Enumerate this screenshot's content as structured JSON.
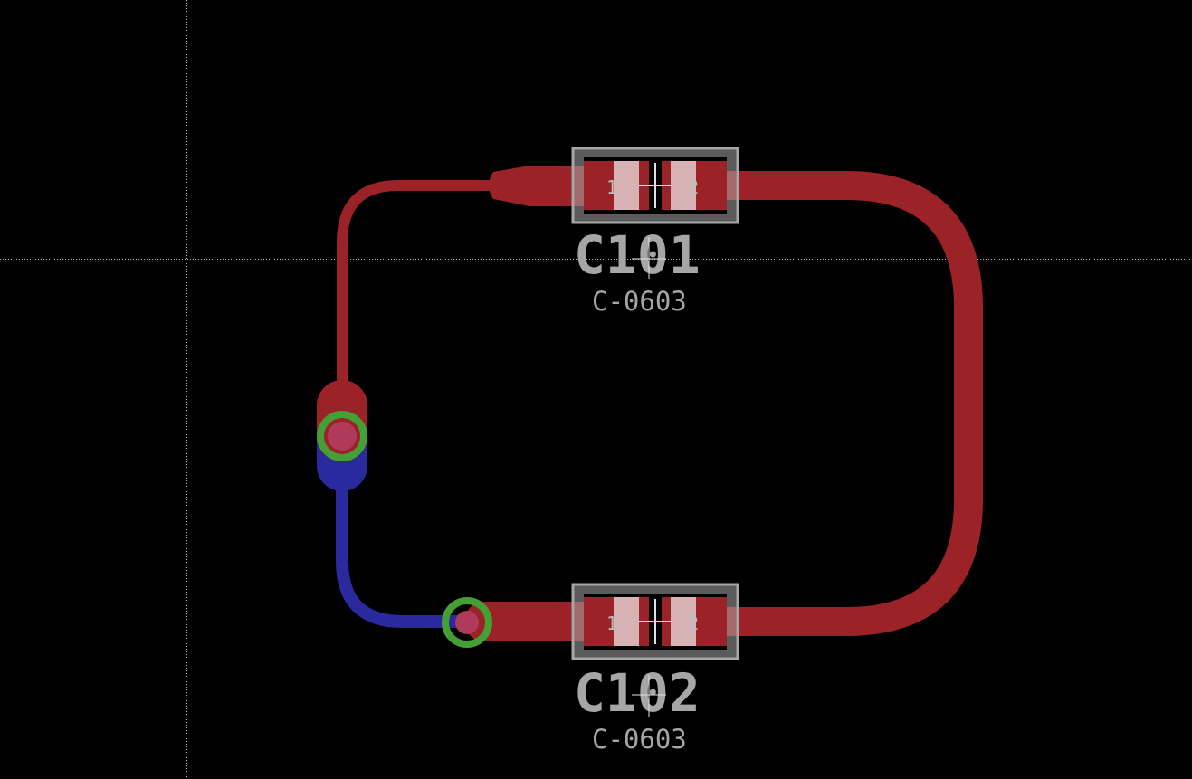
{
  "colors": {
    "background": "#000000",
    "top_copper": "#9b2226",
    "bottom_copper": "#2a2a9e",
    "silkscreen": "#a6a6a6",
    "via_ring": "#44a035",
    "via_drill": "#b03a5a",
    "pad_label": "#bdbdbd",
    "crosshair": "#e0e0e0"
  },
  "components": [
    {
      "ref": "C101",
      "value": "C-0603",
      "pads": [
        "1",
        "2"
      ]
    },
    {
      "ref": "C102",
      "value": "C-0603",
      "pads": [
        "1",
        "2"
      ]
    }
  ]
}
